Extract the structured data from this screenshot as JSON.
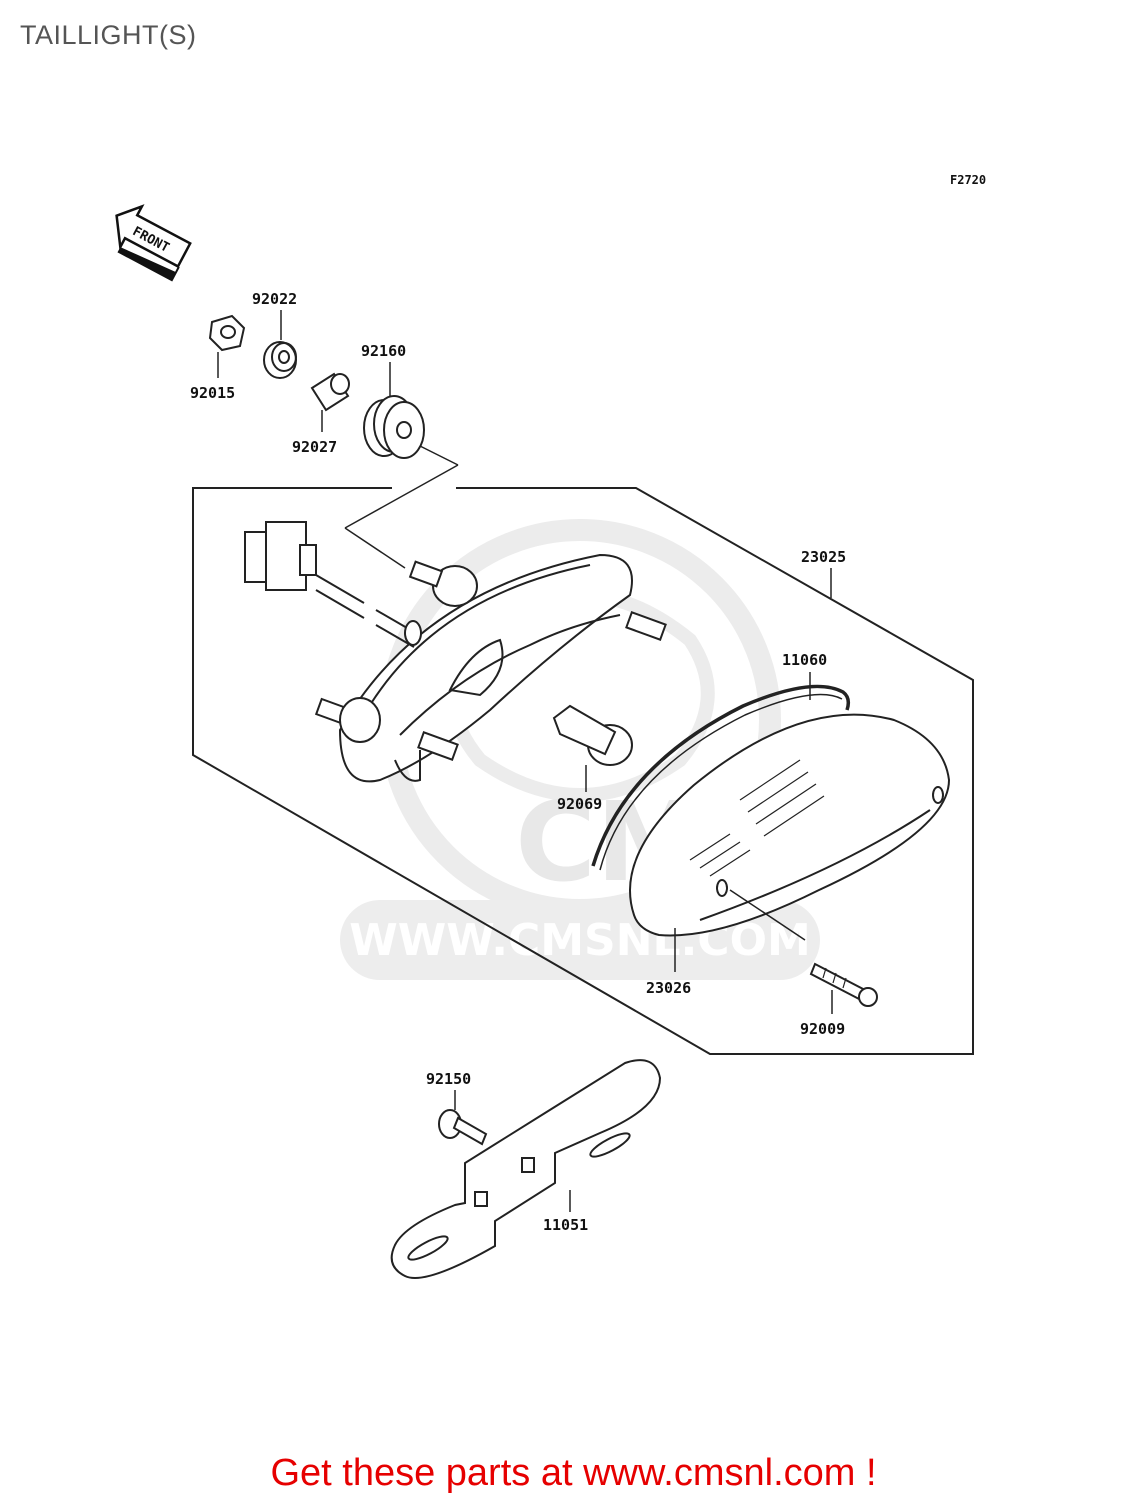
{
  "page": {
    "title": "TAILLIGHT(S)",
    "footer_text": "Get these parts at www.cmsnl.com !"
  },
  "diagram": {
    "ref_code": "F2720",
    "front_arrow_label": "FRONT",
    "watermark": {
      "logo_text": "CMS",
      "url_text": "WWW.CMSNL.COM"
    },
    "parts": [
      {
        "id": "92022",
        "label": "92022"
      },
      {
        "id": "92015",
        "label": "92015"
      },
      {
        "id": "92160",
        "label": "92160"
      },
      {
        "id": "92027",
        "label": "92027"
      },
      {
        "id": "23025",
        "label": "23025"
      },
      {
        "id": "11060",
        "label": "11060"
      },
      {
        "id": "92069",
        "label": "92069"
      },
      {
        "id": "23026",
        "label": "23026"
      },
      {
        "id": "92009",
        "label": "92009"
      },
      {
        "id": "92150",
        "label": "92150"
      },
      {
        "id": "11051",
        "label": "11051"
      }
    ]
  },
  "colors": {
    "footer": "#e60000",
    "title": "#555555",
    "line": "#222222",
    "watermark": "#e6e6e6"
  }
}
